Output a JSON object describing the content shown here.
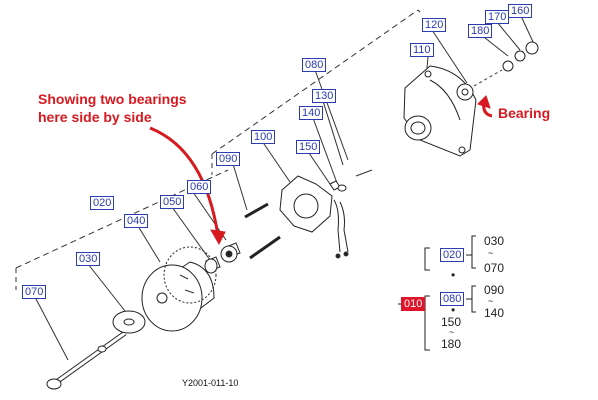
{
  "parts": {
    "p010": "010",
    "p020": "020",
    "p030": "030",
    "p040": "040",
    "p050": "050",
    "p060": "060",
    "p070": "070",
    "p080": "080",
    "p090": "090",
    "p100": "100",
    "p110": "110",
    "p120": "120",
    "p130": "130",
    "p140": "140",
    "p150": "150",
    "p160": "160",
    "p170": "170",
    "p180": "180"
  },
  "annotations": {
    "two_bearings_line1": "Showing two bearings",
    "two_bearings_line2": "here side by side",
    "bearing": "Bearing"
  },
  "legend": {
    "r020": "020",
    "r030": "030",
    "r070": "070",
    "r080": "080",
    "r090": "090",
    "r140": "140",
    "r010": "010",
    "r150": "150",
    "r180": "180",
    "tilde": "~",
    "dot": "•"
  },
  "drawing_code": "Y2001-011-10",
  "colors": {
    "label_blue": "#2a3cb0",
    "annotation_red": "#d71920",
    "highlight_red": "#e0142a"
  }
}
